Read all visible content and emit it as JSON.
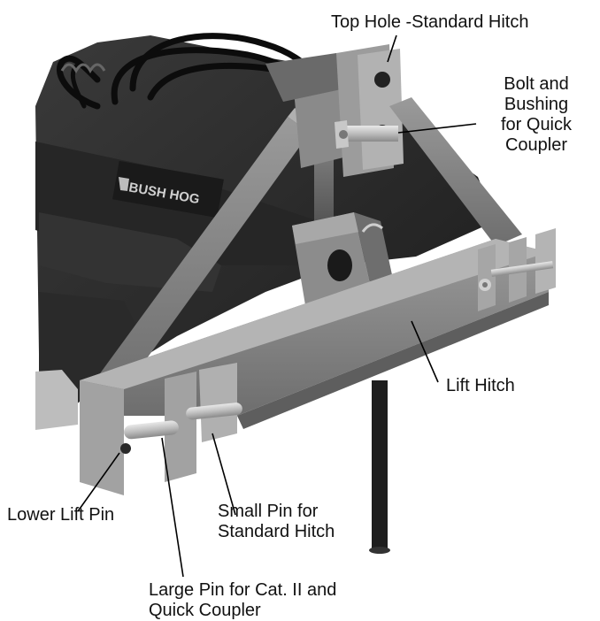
{
  "labels": {
    "top_hole": "Top Hole -Standard Hitch",
    "bolt_bushing": [
      "Bolt and",
      "Bushing",
      "for Quick",
      "Coupler"
    ],
    "lift_hitch": "Lift Hitch",
    "lower_lift_pin": "Lower Lift Pin",
    "small_pin": [
      "Small Pin for",
      "Standard Hitch"
    ],
    "large_pin": [
      "Large Pin for Cat. II and",
      "Quick Coupler"
    ]
  },
  "brand_decal": "BUSH HOG"
}
